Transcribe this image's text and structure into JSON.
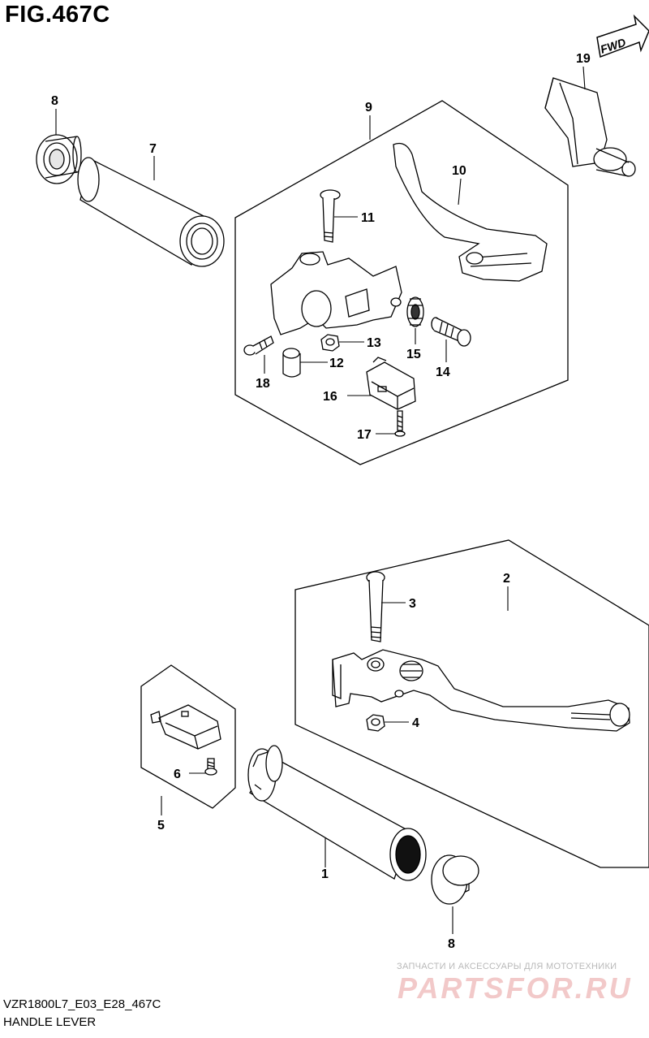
{
  "figure": {
    "title": "FIG.467C",
    "model_code": "VZR1800L7_E03_E28_467C",
    "name": "HANDLE LEVER",
    "fwd_label": "FWD"
  },
  "callouts": [
    {
      "id": "p1",
      "label": "1"
    },
    {
      "id": "p2",
      "label": "2"
    },
    {
      "id": "p3",
      "label": "3"
    },
    {
      "id": "p4",
      "label": "4"
    },
    {
      "id": "p5",
      "label": "5"
    },
    {
      "id": "p6",
      "label": "6"
    },
    {
      "id": "p7",
      "label": "7"
    },
    {
      "id": "p8a",
      "label": "8"
    },
    {
      "id": "p8b",
      "label": "8"
    },
    {
      "id": "p9",
      "label": "9"
    },
    {
      "id": "p10",
      "label": "10"
    },
    {
      "id": "p11",
      "label": "11"
    },
    {
      "id": "p12",
      "label": "12"
    },
    {
      "id": "p13",
      "label": "13"
    },
    {
      "id": "p14",
      "label": "14"
    },
    {
      "id": "p15",
      "label": "15"
    },
    {
      "id": "p16",
      "label": "16"
    },
    {
      "id": "p17",
      "label": "17"
    },
    {
      "id": "p18",
      "label": "18"
    },
    {
      "id": "p19",
      "label": "19"
    }
  ],
  "watermark": {
    "tagline": "ЗАПЧАСТИ И АКСЕССУАРЫ ДЛЯ МОТОТЕХНИКИ",
    "logo": "PARTSFOR.RU"
  }
}
